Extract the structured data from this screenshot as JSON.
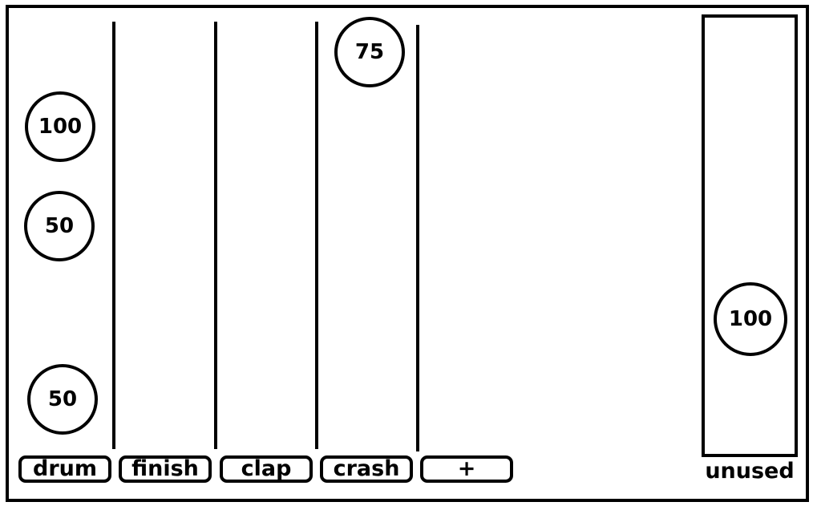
{
  "columns": [
    {
      "label": "drum",
      "tokens": [
        "100",
        "50",
        "50"
      ]
    },
    {
      "label": "finish",
      "tokens": []
    },
    {
      "label": "clap",
      "tokens": []
    },
    {
      "label": "crash",
      "tokens": [
        "75"
      ]
    }
  ],
  "add_button_label": "+",
  "unused": {
    "label": "unused",
    "tokens": [
      "100"
    ]
  }
}
